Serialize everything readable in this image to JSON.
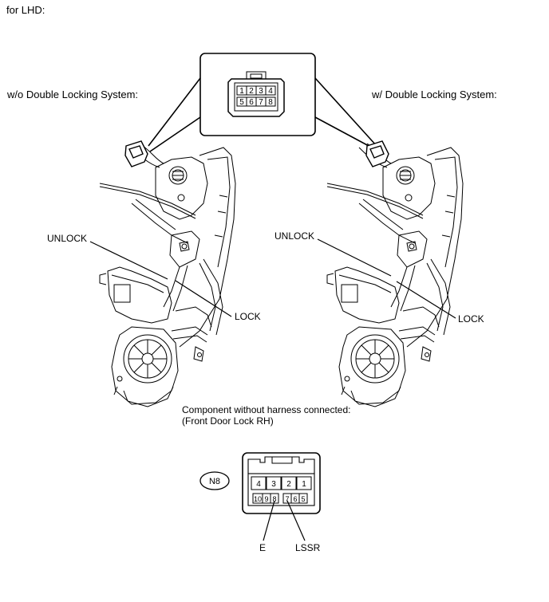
{
  "heading": "for LHD:",
  "left_view": {
    "caption": "w/o Double Locking System:",
    "unlock_label": "UNLOCK",
    "lock_label": "LOCK"
  },
  "right_view": {
    "caption": "w/ Double Locking System:",
    "unlock_label": "UNLOCK",
    "lock_label": "LOCK"
  },
  "top_connector": {
    "pins_row1": [
      "1",
      "2",
      "3",
      "4"
    ],
    "pins_row2": [
      "5",
      "6",
      "7",
      "8"
    ]
  },
  "component": {
    "line1": "Component without harness connected:",
    "line2": "(Front Door Lock RH)",
    "code": "N8",
    "pins_row1": [
      "4",
      "3",
      "2",
      "1"
    ],
    "pins_row2": [
      "10",
      "9",
      "8",
      "7",
      "6",
      "5"
    ],
    "terminal_e": "E",
    "terminal_lssr": "LSSR"
  }
}
